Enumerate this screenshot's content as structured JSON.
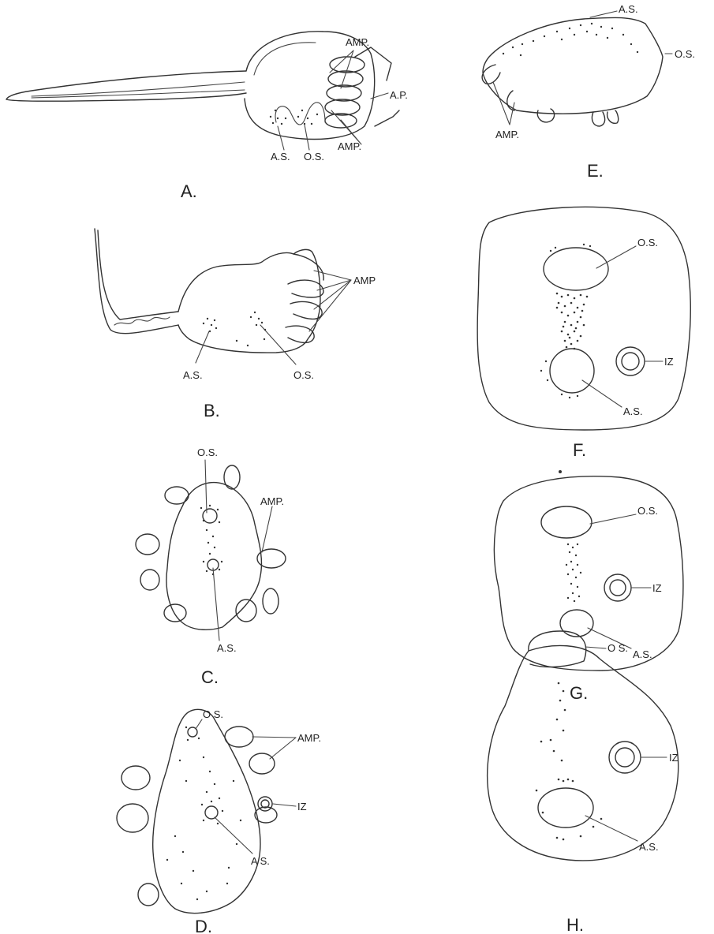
{
  "labels": {
    "amp_dot": "AMP.",
    "amp": "AMP",
    "ap": "A.P.",
    "as": "A.S.",
    "as_space": "A S.",
    "os": "O.S.",
    "os_space": "O S.",
    "iz": "IZ"
  },
  "figures": {
    "A": "A.",
    "B": "B.",
    "C": "C.",
    "D": "D.",
    "E": "E.",
    "F": "F.",
    "G": "G.",
    "H": "H."
  }
}
